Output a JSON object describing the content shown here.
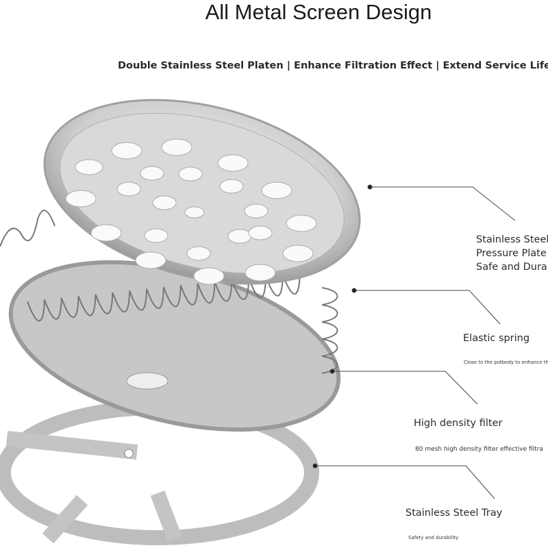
{
  "title": "All Metal Screen Design",
  "subtitle": "Double Stainless Steel Platen | Enhance Filtration Effect | Extend Service Life",
  "callouts": [
    {
      "lines": [
        "Stainless Steel",
        "Pressure Plate",
        "Safe and Dura"
      ]
    },
    {
      "title": "Elastic spring",
      "note": "Close to the potbody to enhance the"
    },
    {
      "title": "High density filter",
      "note": "80 mesh high density filter effective filtra"
    },
    {
      "title": "Stainless Steel Tray",
      "note": "Safety and durability"
    }
  ],
  "colors": {
    "background": "#ffffff",
    "text": "#222222",
    "metal": "#c9c9c9",
    "leader": "#444444"
  }
}
